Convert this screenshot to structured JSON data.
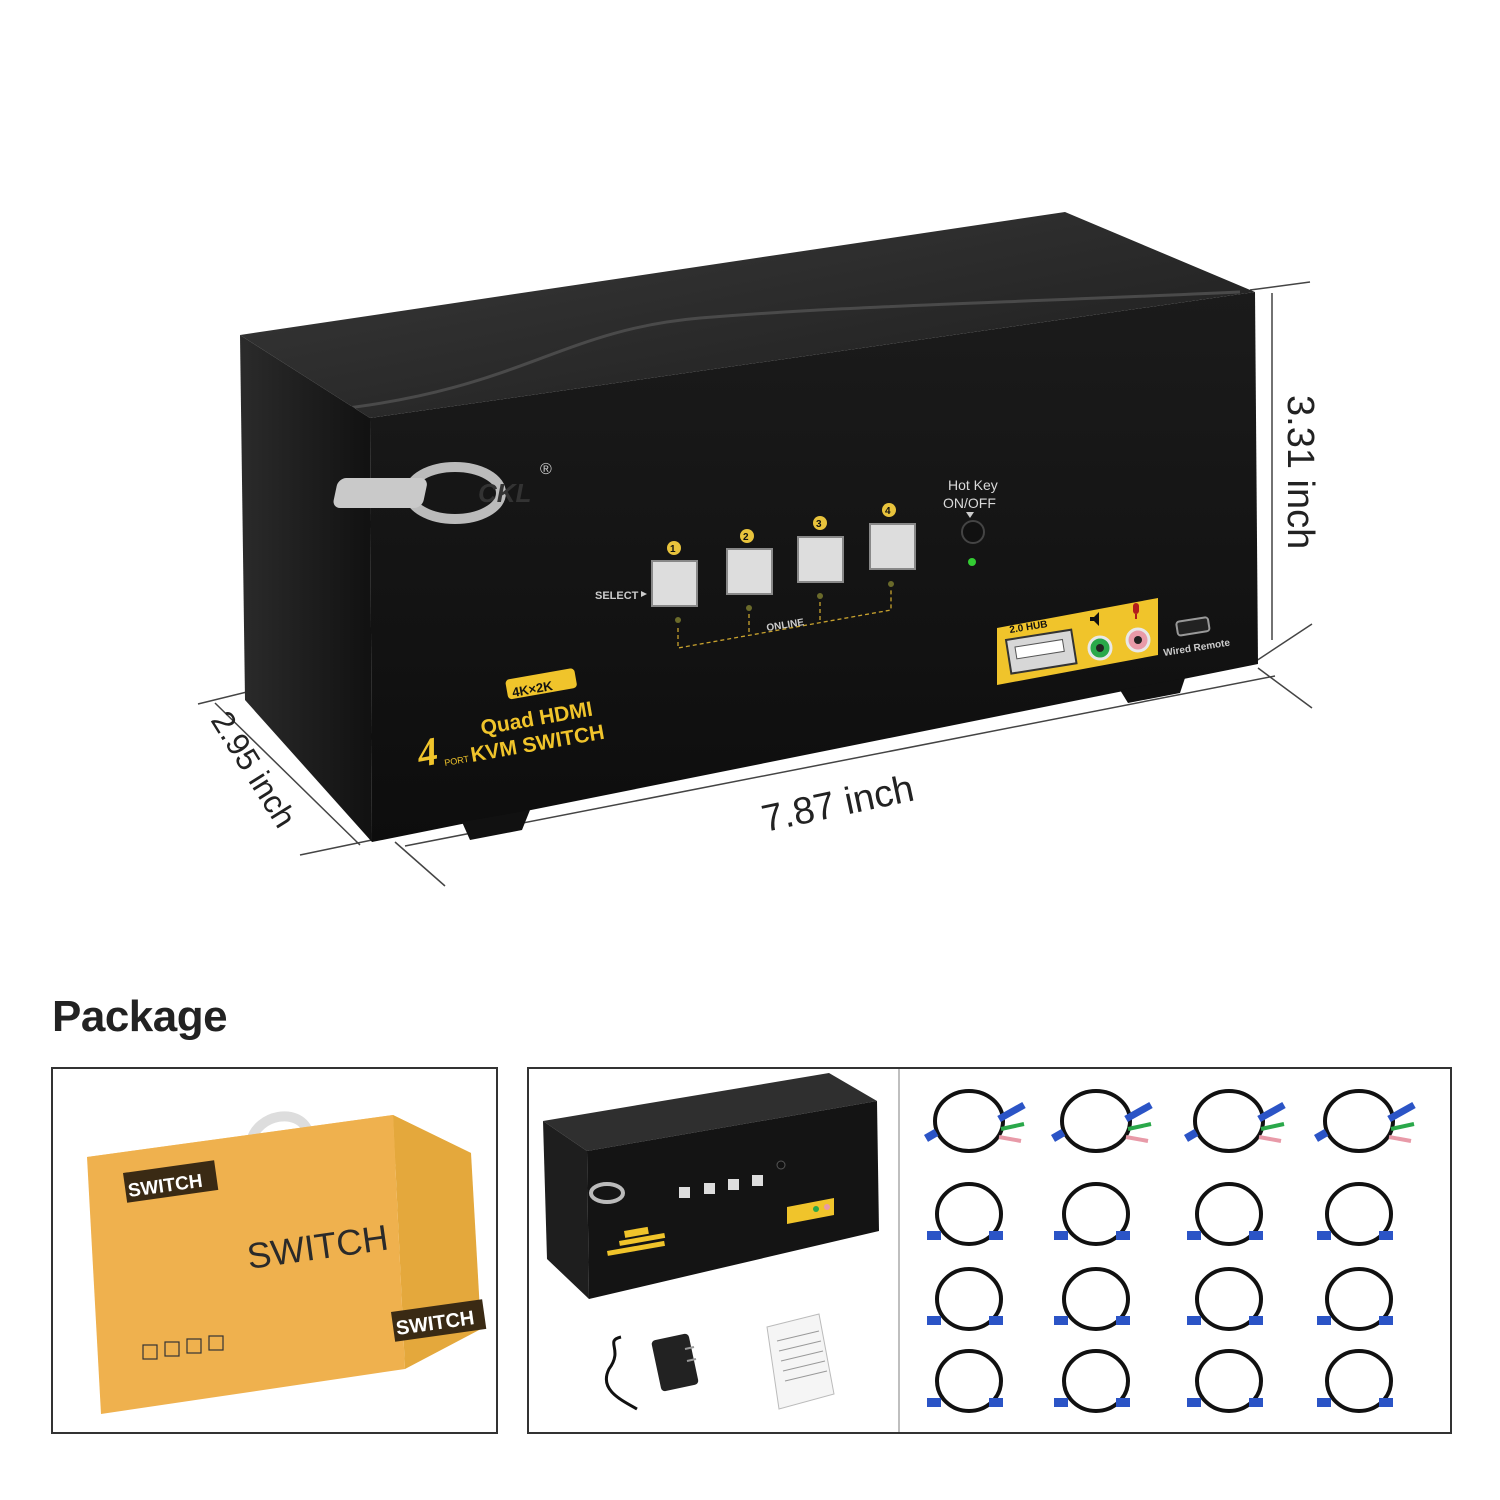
{
  "product": {
    "brand": "CKL",
    "brand_mark": "®",
    "badge": "4K×2K",
    "title_line1": "Quad HDMI",
    "title_line2": "KVM SWITCH",
    "port_number": "4",
    "port_word": "PORT",
    "select_label": "SELECT",
    "port_buttons": [
      "1",
      "2",
      "3",
      "4"
    ],
    "online_label": "ONLINE",
    "hotkey_line1": "Hot Key",
    "hotkey_line2": "ON/OFF",
    "hub_label": "2.0 HUB",
    "wired_remote_label": "Wired Remote"
  },
  "dimensions": {
    "height": "3.31 inch",
    "depth": "2.95 inch",
    "width": "7.87 inch"
  },
  "package": {
    "title": "Package",
    "box_text_small": "SWITCH",
    "box_text_main": "SWITCH",
    "box_text_side": "SWITCH"
  }
}
